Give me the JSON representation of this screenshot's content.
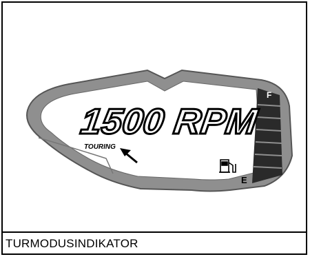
{
  "figure": {
    "display_readout": "1500 RPM",
    "mode_label": "TOURING",
    "fuel_full_label": "F",
    "fuel_empty_label": "E",
    "colors": {
      "bezel": "#8f8f8f",
      "screen": "#ffffff",
      "segment": "#000000",
      "fuel_bar": "#111111"
    },
    "icons": [
      "arrow-icon",
      "fuel-pump-icon"
    ]
  },
  "caption": {
    "text": "TURMODUSINDIKATOR"
  }
}
